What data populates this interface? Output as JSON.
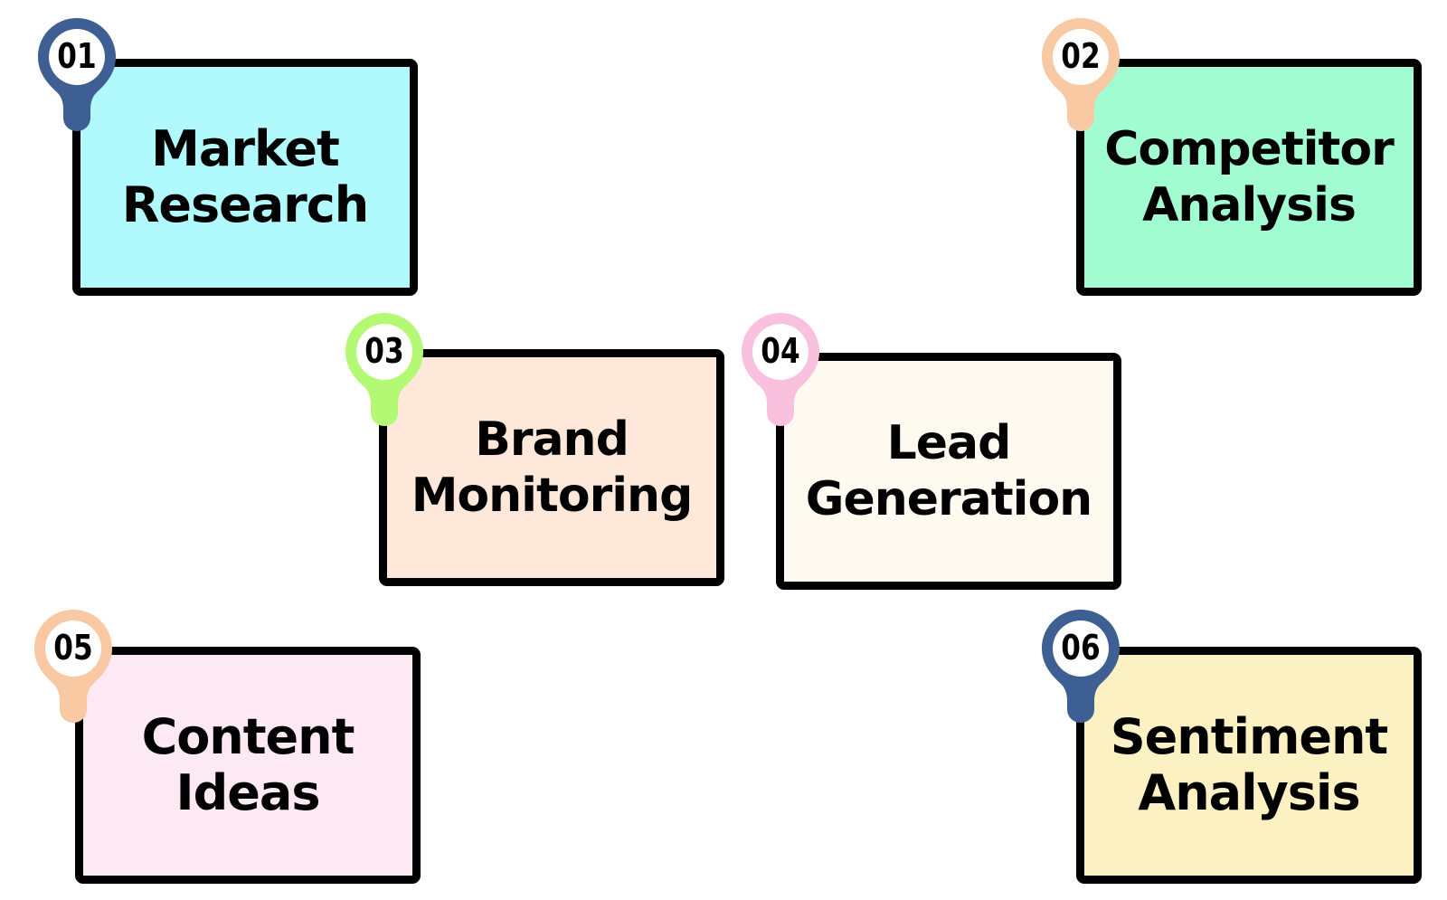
{
  "items": [
    {
      "number": "01",
      "line1": "Market",
      "line2": "Research",
      "card_color": "#b0f9fd",
      "pin_color": "#3d5f93"
    },
    {
      "number": "02",
      "line1": "Competitor",
      "line2": "Analysis",
      "card_color": "#a2fcd2",
      "pin_color": "#f8c9a2"
    },
    {
      "number": "03",
      "line1": "Brand",
      "line2": "Monitoring",
      "card_color": "#fde8da",
      "pin_color": "#b4f973"
    },
    {
      "number": "04",
      "line1": "Lead",
      "line2": "Generation",
      "card_color": "#fefaef",
      "pin_color": "#f9c1dd"
    },
    {
      "number": "05",
      "line1": "Content",
      "line2": "Ideas",
      "card_color": "#fde9f3",
      "pin_color": "#f8c9a2"
    },
    {
      "number": "06",
      "line1": "Sentiment",
      "line2": "Analysis",
      "card_color": "#fcf1c2",
      "pin_color": "#3d5f93"
    }
  ]
}
